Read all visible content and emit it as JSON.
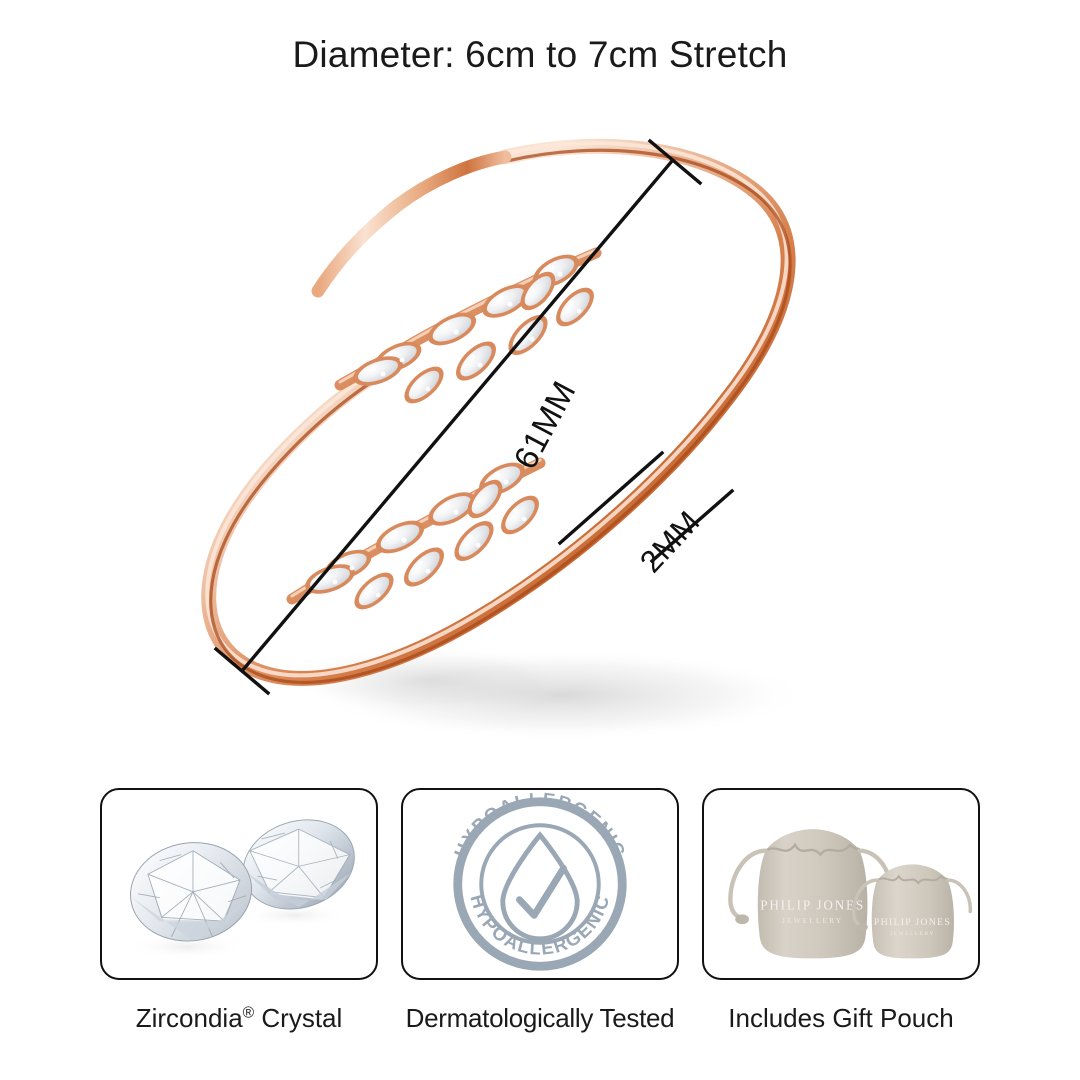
{
  "product": {
    "title": "Diameter: 6cm to 7cm Stretch",
    "material_name": "rose-gold",
    "metal_colors": {
      "deep": "#b8551f",
      "mid": "#d98a5c",
      "light": "#f3c3a6",
      "highlight": "#fdeee4",
      "shadow": "#9c4418"
    },
    "stone_color": "#f4f6f8",
    "shadow_color": "#d9d9d9"
  },
  "dimensions": {
    "length_label": "61MM",
    "thickness_label": "2MM",
    "length_value": 61,
    "thickness_value": 2,
    "unit": "MM"
  },
  "features": [
    {
      "id": "zircondia-crystal",
      "caption_prefix": "Zircondia",
      "caption_mark": "®",
      "caption_suffix": " Crystal",
      "icon": "two-brilliant-cut-crystals"
    },
    {
      "id": "dermatologically-tested",
      "caption": "Dermatologically Tested",
      "icon": "hypoallergenic-seal",
      "badge": {
        "text_top": "HYPOALLERGENIC",
        "text_bottom": "HYPOALLERGENIC",
        "color": "#9aa7b4",
        "symbol": "droplet-with-checkmark"
      }
    },
    {
      "id": "includes-gift-pouch",
      "caption": "Includes Gift Pouch",
      "icon": "two-drawstring-pouches",
      "pouch": {
        "brand": "PHILIP JONES",
        "sub_brand": "JEWELLERY",
        "color": "#cfc8bd"
      }
    }
  ]
}
